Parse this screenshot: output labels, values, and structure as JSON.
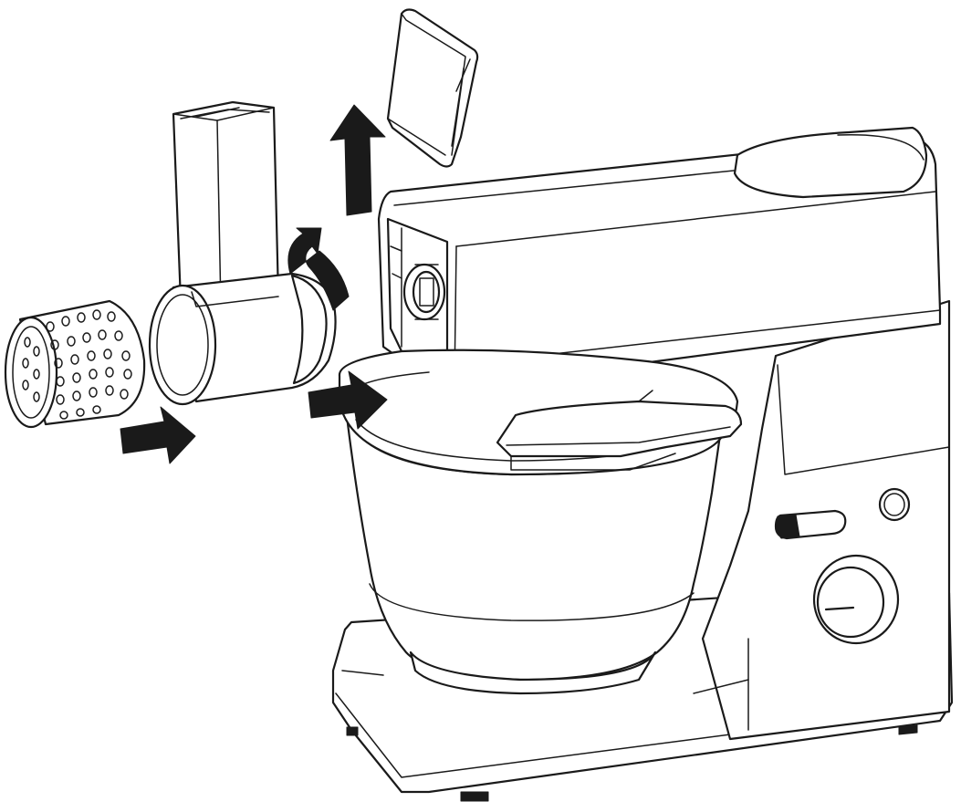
{
  "diagram": {
    "components": [
      {
        "id": "grater-drum",
        "icon": "perforated-drum-icon"
      },
      {
        "id": "slicer-housing",
        "icon": "food-feeder-tube-icon"
      },
      {
        "id": "outlet-cover",
        "icon": "cover-plate-icon"
      },
      {
        "id": "stand-mixer",
        "icon": "stand-mixer-icon"
      },
      {
        "id": "mixing-bowl",
        "icon": "bowl-icon"
      },
      {
        "id": "splash-guard",
        "icon": "splash-guard-icon"
      },
      {
        "id": "speed-dial",
        "icon": "dial-icon"
      },
      {
        "id": "head-lever",
        "icon": "lever-icon"
      },
      {
        "id": "power-button",
        "icon": "power-button-icon"
      }
    ],
    "arrows": [
      {
        "id": "insert-drum",
        "direction": "right"
      },
      {
        "id": "remove-cover",
        "direction": "up"
      },
      {
        "id": "rotate-lock",
        "direction": "clockwise"
      },
      {
        "id": "attach-housing",
        "direction": "right"
      }
    ]
  }
}
